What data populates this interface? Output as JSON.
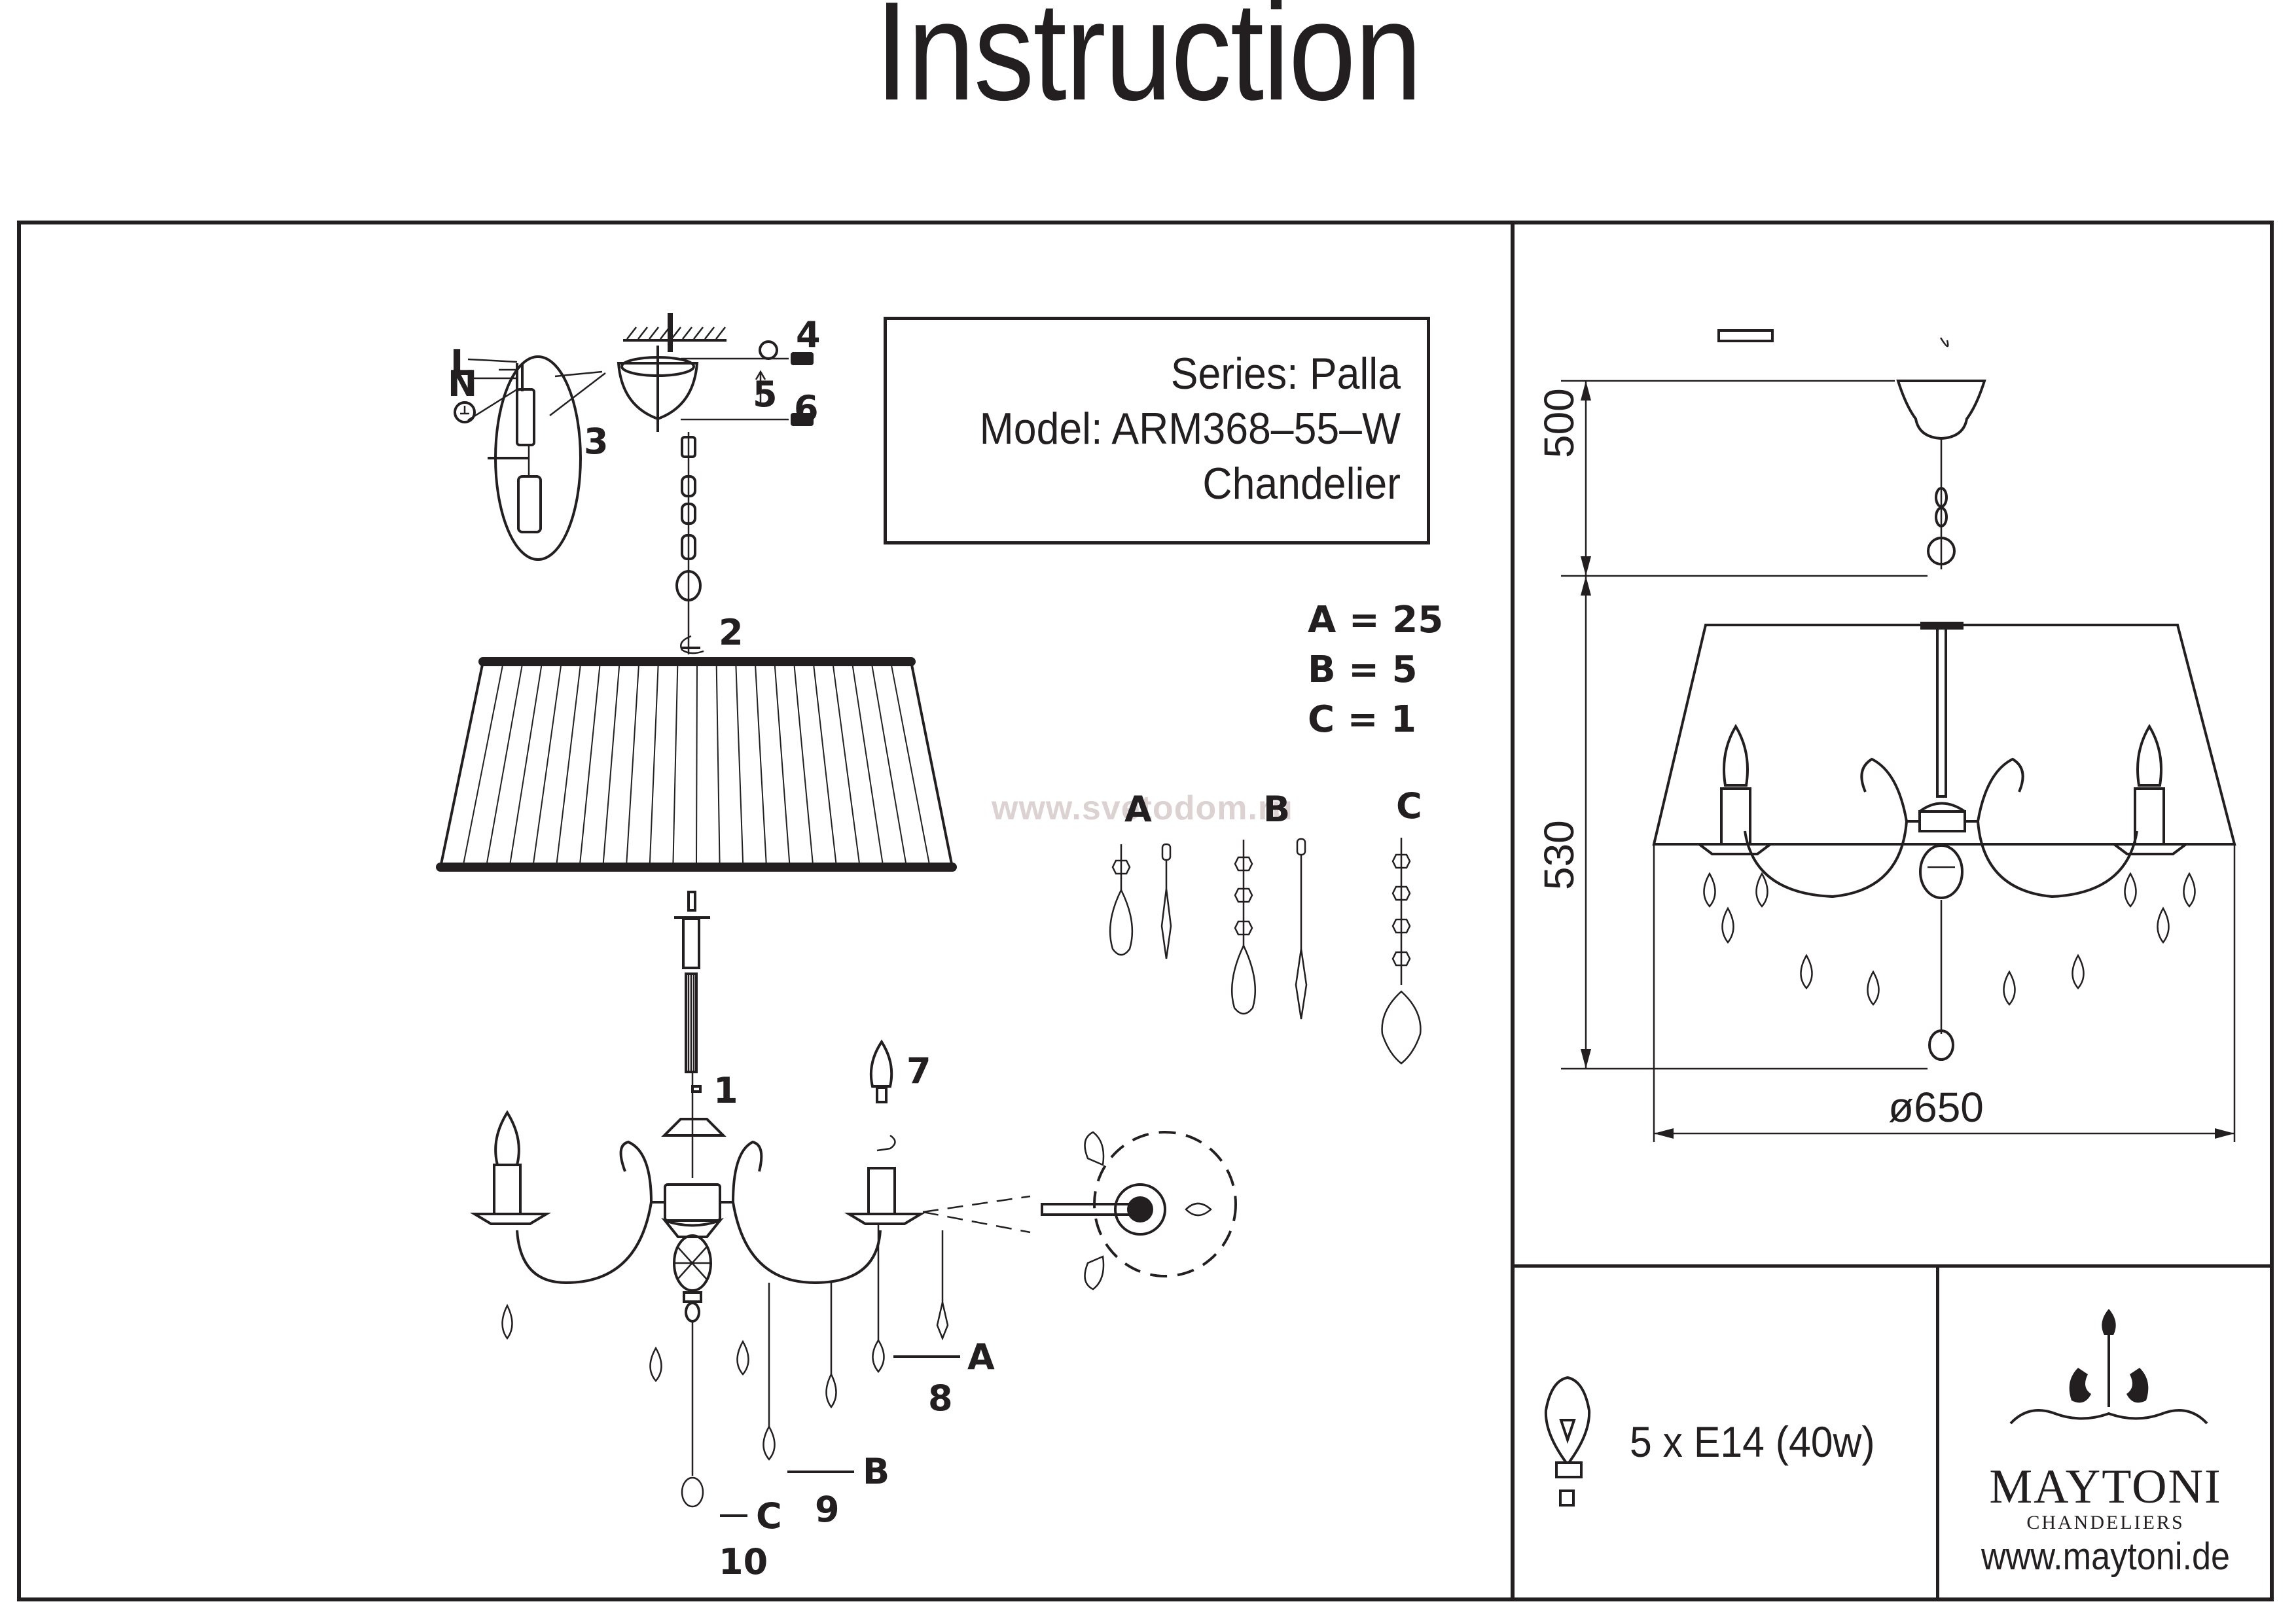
{
  "document": {
    "title": "Instruction",
    "product": {
      "series": "Series: Palla",
      "model": "Model: ARM368–55–W",
      "type": "Chandelier"
    },
    "crystal_counts": [
      {
        "label": "A = 25"
      },
      {
        "label": "B = 5"
      },
      {
        "label": "C = 1"
      }
    ],
    "watermark": "www.svetodom.ru",
    "assembly_steps": {
      "wiring_labels": [
        "L",
        "N"
      ],
      "step_labels": [
        "1",
        "2",
        "3",
        "4",
        "5",
        "6",
        "7",
        "8",
        "9",
        "10"
      ],
      "crystal_part_labels": [
        "A",
        "B",
        "C"
      ]
    },
    "dimensions": {
      "height_top": "500",
      "height_bottom": "530",
      "diameter": "ø650"
    },
    "bulb_spec": "5 x E14 (40w)",
    "brand": {
      "name": "MAYTONI",
      "subtitle": "CHANDELIERS",
      "website": "www.maytoni.de"
    }
  }
}
